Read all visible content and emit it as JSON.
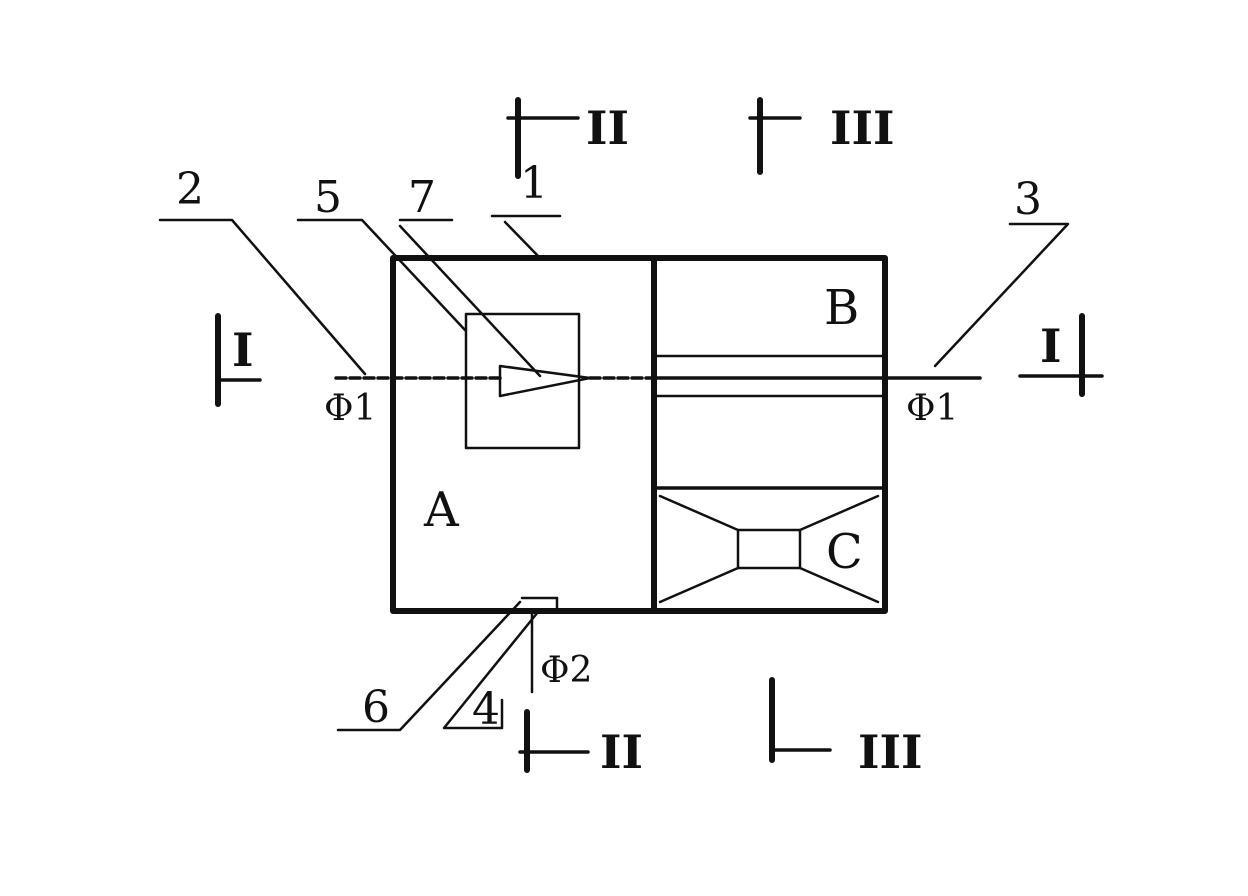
{
  "labels": {
    "n1": "1",
    "n2": "2",
    "n3": "3",
    "n4": "4",
    "n5": "5",
    "n6": "6",
    "n7": "7",
    "chamber_a": "A",
    "chamber_b": "B",
    "chamber_c": "C",
    "phi1_left": "Φ1",
    "phi1_right": "Φ1",
    "phi2": "Φ2"
  },
  "sections": {
    "I": "I",
    "II": "II",
    "III": "III"
  }
}
